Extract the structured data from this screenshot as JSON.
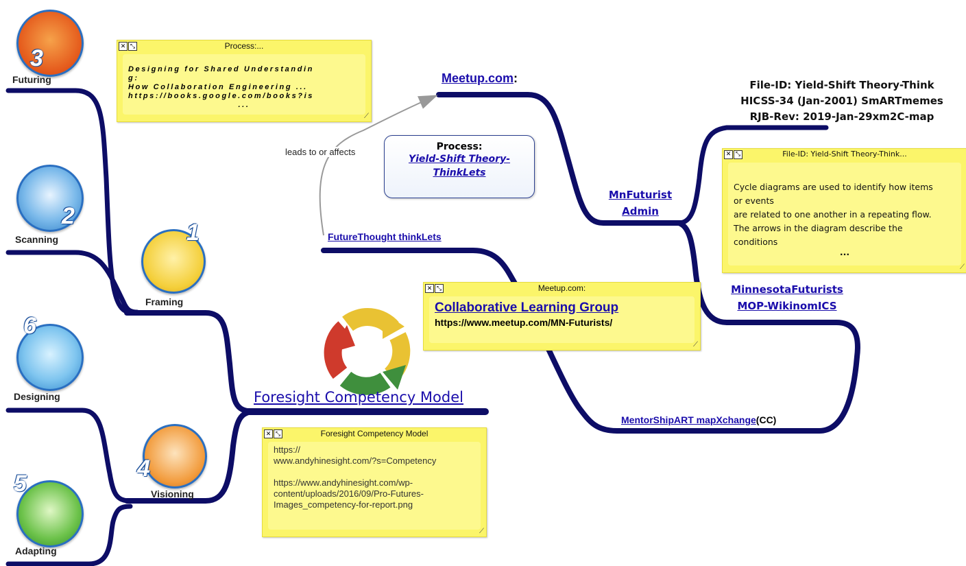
{
  "stages": {
    "futuring": "Futuring",
    "scanning": "Scanning",
    "framing": "Framing",
    "designing": "Designing",
    "visioning": "Visioning",
    "adapting": "Adapting"
  },
  "stage_numbers": {
    "futuring": "3",
    "scanning": "2",
    "framing": "1",
    "designing": "6",
    "visioning": "4",
    "adapting": "5"
  },
  "central": {
    "title": "Foresight Competency Model"
  },
  "note_process": {
    "header": "Process:...",
    "line1": "Designing for Shared Understandin",
    "line2": "g:",
    "line3": "How Collaboration Engineering ...",
    "line4": "https://books.google.com/books?is",
    "ellipsis": "..."
  },
  "arrow_label": "leads to or affects",
  "process_box": {
    "title": "Process:",
    "link_line1": "Yield-Shift Theory-",
    "link_line2": "ThinkLets"
  },
  "meetup": {
    "link": "Meetup.com",
    "suffix": ":"
  },
  "futurethought": "FutureThought thinkLets",
  "note_meetup": {
    "header": "Meetup.com:",
    "title": "Collaborative Learning Group",
    "url": "https://www.meetup.com/MN-Futurists/"
  },
  "mnfuturist": {
    "line1": "MnFuturist",
    "line2": "Admin"
  },
  "file_id": {
    "line1": "File-ID: Yield-Shift Theory-Think",
    "line2": "HICSS-34 (Jan-2001) SmARTmemes",
    "line3": "RJB-Rev: 2019-Jan-29xm2C-map"
  },
  "note_fileid": {
    "header": "File-ID: Yield-Shift Theory-Think...",
    "line1": "Cycle diagrams are used to identify how items",
    "line2": "or events",
    "line3": "are related to one another in a repeating flow.",
    "line4": "The arrows in the diagram describe the",
    "line5": "conditions",
    "ellipsis": "..."
  },
  "mnfuturists": {
    "line1": "MinnesotaFuturists",
    "line2": "MOP-WikinomICS"
  },
  "mentorship": {
    "link": "MentorShipART mapXchange",
    "suffix": "(CC)"
  },
  "note_fcm": {
    "header": "Foresight Competency Model",
    "line1": "https://",
    "line2": "www.andyhinesight.com/?s=Competency",
    "line3": "https://www.andyhinesight.com/wp-",
    "line4": "content/uploads/2016/09/Pro-Futures-",
    "line5": "Images_competency-for-report.png"
  },
  "colors": {
    "branch": "#0d0d66",
    "note": "#fbf56a",
    "link": "#1a0dab"
  }
}
